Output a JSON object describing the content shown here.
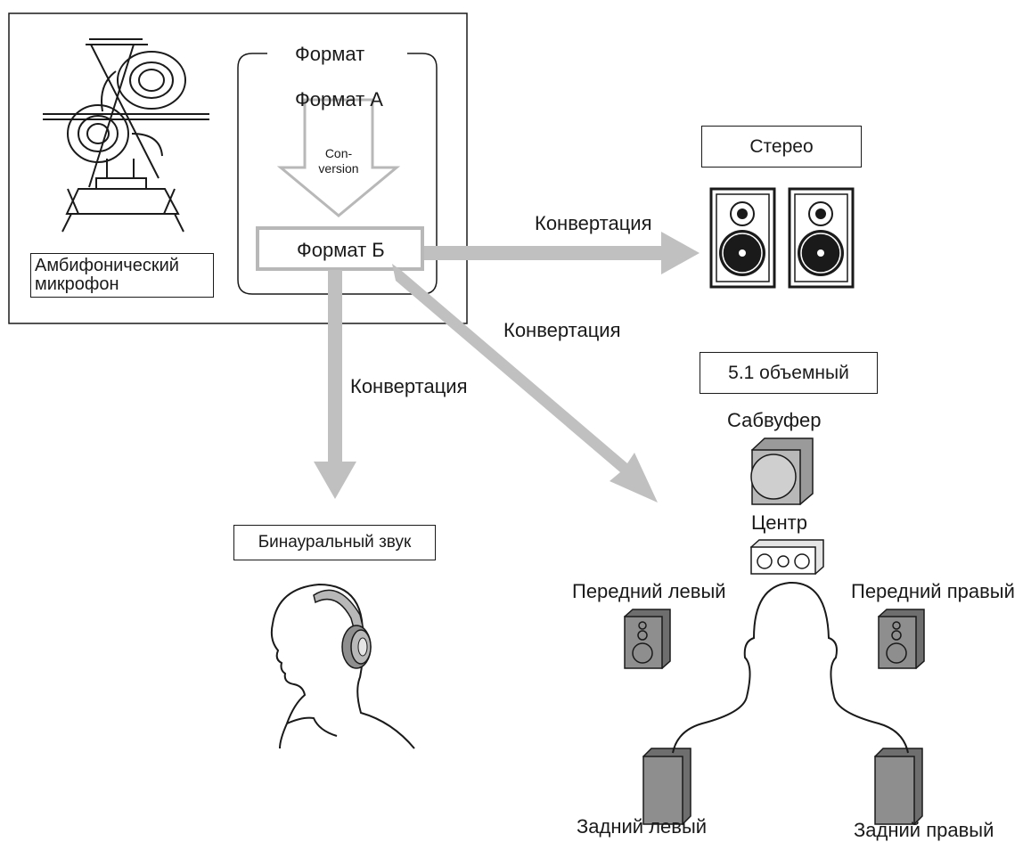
{
  "source": {
    "mic_label": "Амбифонический микрофон",
    "format_group_title": "Формат",
    "format_a": "Формат А",
    "conversion_arrow": "Con-\nversion",
    "format_b": "Формат Б"
  },
  "conversions": {
    "to_stereo": "Конвертация",
    "to_surround": "Конвертация",
    "to_binaural": "Конвертация"
  },
  "stereo": {
    "title": "Стерео"
  },
  "surround": {
    "title": "5.1 объемный",
    "subwoofer": "Сабвуфер",
    "center": "Центр",
    "front_left": "Передний левый",
    "front_right": "Передний правый",
    "rear_left": "Задний левый",
    "rear_right": "Задний правый"
  },
  "binaural": {
    "title": "Бинауральный звук"
  },
  "colors": {
    "arrow": "#c0c0c0",
    "speaker_fill": "#8e8e8e",
    "sub_fill": "#b8b8b8",
    "ink": "#1a1a1a"
  }
}
